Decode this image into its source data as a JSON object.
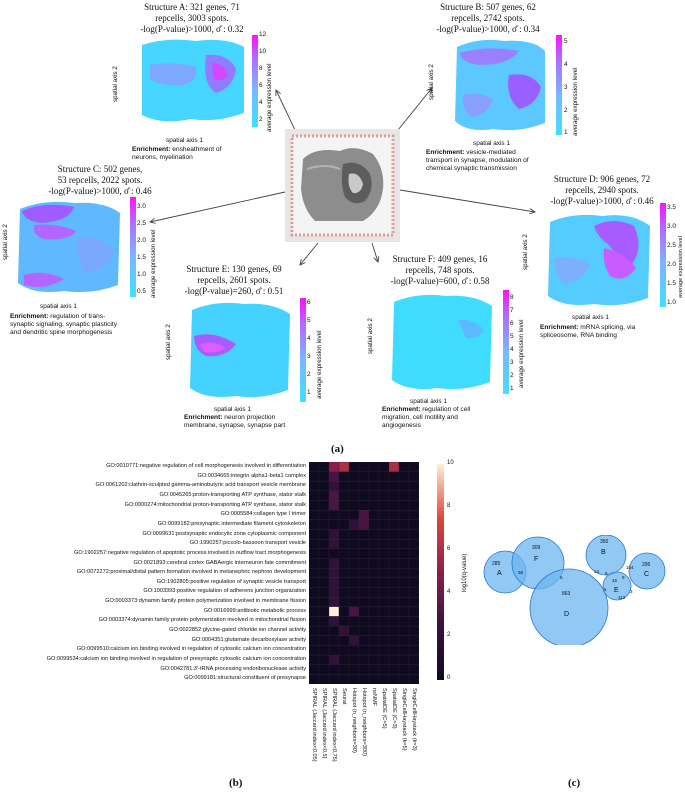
{
  "structures": [
    {
      "id": "A",
      "title_lines": [
        "Structure A: 321 genes, 71",
        "repcells, 3003 spots.",
        "-log(P-value)>1000, σ̂ : 0.32"
      ],
      "enrichment_label": "Enrichment:",
      "enrichment_lines": [
        " ensheathment of",
        "neurons, myelination"
      ],
      "ticks": [
        "12",
        "10",
        "8",
        "6",
        "4",
        "2"
      ],
      "colorbar_label": "average expression level"
    },
    {
      "id": "B",
      "title_lines": [
        "Structure B: 507 genes, 62",
        "repcells, 2742 spots.",
        "-log(P-value)>1000, σ̂ : 0.34"
      ],
      "enrichment_label": "Enrichment:",
      "enrichment_lines": [
        " vesicle-mediated",
        "transport in synapse, modulation of",
        "chemical synaptic transmission"
      ],
      "ticks": [
        "5",
        "4",
        "3",
        "2",
        "1"
      ],
      "colorbar_label": "average expression level"
    },
    {
      "id": "C",
      "title_lines": [
        "Structure C: 502 genes,",
        "53 repcells, 2022 spots.",
        "-log(P-value)>1000, σ̂ : 0.46"
      ],
      "enrichment_label": "Enrichment:",
      "enrichment_lines": [
        " regulation of trans-",
        "synaptic signaling, synaptic plasticity",
        "and dendritic spine morphogenesis"
      ],
      "ticks": [
        "3.0",
        "2.5",
        "2.0",
        "1.5",
        "1.0",
        "0.5"
      ],
      "colorbar_label": "average expression level"
    },
    {
      "id": "D",
      "title_lines": [
        "Structure D: 906 genes, 72",
        "repcells, 2940 spots.",
        "-log(P-value)>1000, σ̂ : 0.46"
      ],
      "enrichment_label": "Enrichment:",
      "enrichment_lines": [
        " mRNA splicing, via",
        "spliceosome, RNA binding"
      ],
      "ticks": [
        "3.5",
        "3.0",
        "2.5",
        "2.0",
        "1.5",
        "1.0"
      ],
      "colorbar_label": "average expression level"
    },
    {
      "id": "E",
      "title_lines": [
        "Structure E: 130 genes, 69",
        "repcells, 2601 spots.",
        "-log(P-value)=260, σ̂ : 0.51"
      ],
      "enrichment_label": "Enrichment:",
      "enrichment_lines": [
        " neuron projection",
        "membrane, synapse, synapse part"
      ],
      "ticks": [
        "6",
        "5",
        "4",
        "3",
        "2",
        "1"
      ],
      "colorbar_label": "average expression level"
    },
    {
      "id": "F",
      "title_lines": [
        "Structure F: 409 genes, 16",
        "repcells, 748 spots.",
        "-log(P-value)=600, σ̂ : 0.58"
      ],
      "enrichment_label": "Enrichment:",
      "enrichment_lines": [
        " regulation of cell",
        "migration, cell motility and",
        "angiogenesis"
      ],
      "ticks": [
        "8",
        "7",
        "6",
        "5",
        "4",
        "3",
        "2",
        "1"
      ],
      "colorbar_label": "average expression level"
    }
  ],
  "axis": {
    "x": "spatial axis 1",
    "y": "spatial axis 2"
  },
  "panel_labels": {
    "a": "(a)",
    "b": "(b)",
    "c": "(c)"
  },
  "heatmap": {
    "rows": [
      "GO:0010771:negative regulation of cell morphogenesis involved in differentiation",
      "GO:0034665:integrin alpha1-beta1 complex",
      "GO:0061202:clathrin-sculpted gamma-aminobutyric acid transport vesicle membrane",
      "GO:0045265:proton-transporting ATP synthase, stator stalk",
      "GO:0000274:mitochondrial proton-transporting ATP synthase, stator stalk",
      "GO:0005584:collagen type I trimer",
      "GO:0099182:presynaptic intermediate filament cytoskeleton",
      "GO:0099631:postsynaptic endocytic zone cytoplasmic component",
      "GO:1990257:piccolo-bassoon transport vesicle",
      "GO:1902257:negative regulation of apoptotic process involved in outflow tract morphogenesis",
      "GO:0021893:cerebral cortex GABAergic interneuron fate commitment",
      "GO:0072272:proximal/distal pattern formation involved in metanephric nephron development",
      "GO:1902805:positive regulation of synaptic vesicle transport",
      "GO:1903393:positive regulation of adherens junction organization",
      "GO:0003373:dynamin family protein polymerization involved in membrane fission",
      "GO:0016999:antibiotic metabolic process",
      "GO:0003374:dynamin family protein polymerization involved in mitochondrial fission",
      "GO:0022852:glycine-gated chloride ion channel activity",
      "GO:0004351:glutamate decarboxylase activity",
      "GO:0099510:calcium ion binding involved in regulation of cytosolic calcium ion concentration",
      "GO:0099534:calcium ion binding involved in regulation of presynaptic cytosolic calcium ion concentration",
      "GO:0042781:3'-tRNA processing endoribonuclease activity",
      "GO:0099181:structural constituent of presynapse"
    ],
    "columns": [
      "SPIRAL (Jaccard index<0.05)",
      "SPIRAL (Jaccard index<0.5)",
      "SPIRAL (Jaccard index<0.75)",
      "Seurat",
      "Hotspot (n_neighbors=30)",
      "Hotspot (n_neighbors=300)",
      "nsNMF",
      "SpatialDE (C=5)",
      "SpatialDE (C=3)",
      "SingleCellHaystack (k=5)",
      "SingleCellHaystack (k=3)"
    ],
    "values": [
      [
        0,
        0,
        5,
        6,
        0,
        0,
        0,
        0,
        6,
        0,
        0
      ],
      [
        0,
        0,
        3,
        0,
        0,
        0,
        0,
        0,
        0,
        0,
        0
      ],
      [
        0,
        0,
        2,
        0,
        0,
        0,
        0,
        0,
        0,
        0,
        0
      ],
      [
        0,
        0,
        3,
        0,
        0,
        0,
        0,
        0,
        0,
        0,
        0
      ],
      [
        0,
        0,
        3,
        0,
        0,
        0,
        0,
        0,
        0,
        0,
        0
      ],
      [
        0,
        0,
        0,
        0,
        0,
        3,
        0,
        0,
        0,
        0,
        0
      ],
      [
        0,
        0,
        0,
        0,
        2,
        3,
        0,
        0,
        0,
        0,
        0
      ],
      [
        0,
        0,
        2,
        0,
        0,
        0,
        0,
        0,
        0,
        0,
        0
      ],
      [
        0,
        0,
        2,
        0,
        0,
        0,
        0,
        0,
        0,
        0,
        0
      ],
      [
        0,
        0,
        0,
        0,
        0,
        0,
        0,
        0,
        0,
        0,
        0
      ],
      [
        0,
        0,
        2,
        0,
        0,
        0,
        0,
        0,
        0,
        0,
        0
      ],
      [
        0,
        0,
        2,
        0,
        0,
        0,
        0,
        0,
        0,
        0,
        0
      ],
      [
        0,
        0,
        2,
        0,
        0,
        0,
        0,
        0,
        0,
        0,
        0
      ],
      [
        0,
        0,
        2,
        0,
        0,
        0,
        0,
        0,
        0,
        0,
        0
      ],
      [
        0,
        0,
        2,
        0,
        0,
        0,
        0,
        0,
        0,
        0,
        0
      ],
      [
        0,
        0,
        10,
        0,
        3,
        0,
        0,
        0,
        0,
        0,
        0
      ],
      [
        0,
        0,
        2,
        0,
        0,
        0,
        0,
        0,
        0,
        0,
        0
      ],
      [
        0,
        0,
        0,
        2,
        0,
        0,
        0,
        0,
        0,
        0,
        0
      ],
      [
        0,
        0,
        0,
        0,
        2,
        0,
        0,
        0,
        0,
        0,
        0
      ],
      [
        0,
        0,
        0,
        0,
        0,
        0,
        0,
        0,
        0,
        0,
        0
      ],
      [
        0,
        0,
        2,
        0,
        0,
        0,
        0,
        0,
        0,
        0,
        0
      ],
      [
        0,
        0,
        0,
        0,
        0,
        0,
        0,
        0,
        0,
        0,
        0
      ],
      [
        0,
        0,
        0,
        0,
        0,
        0,
        0,
        0,
        0,
        0,
        0
      ]
    ],
    "colorbar_ticks": [
      "10",
      "8",
      "6",
      "4",
      "2",
      "0"
    ],
    "colorbar_label": "log10(q-value)"
  },
  "venn": {
    "sets": [
      {
        "label": "A",
        "count": "285"
      },
      {
        "label": "F",
        "count": "309"
      },
      {
        "label": "B",
        "count": "350"
      },
      {
        "label": "C",
        "count": "295"
      },
      {
        "label": "D",
        "count": "863"
      },
      {
        "label": "E",
        "count": ""
      }
    ],
    "overlaps": [
      "36",
      "6",
      "14",
      "8",
      "104",
      "16",
      "9",
      "5",
      "112",
      "3"
    ]
  },
  "colors": {
    "cb_low": "#3fe0ff",
    "cb_high": "#ff10ff",
    "venn_fill": "#6cb6f0",
    "venn_stroke": "#2a78c8",
    "heat_low": "#0f0a1f",
    "heat_high": "#fdf0d8"
  }
}
